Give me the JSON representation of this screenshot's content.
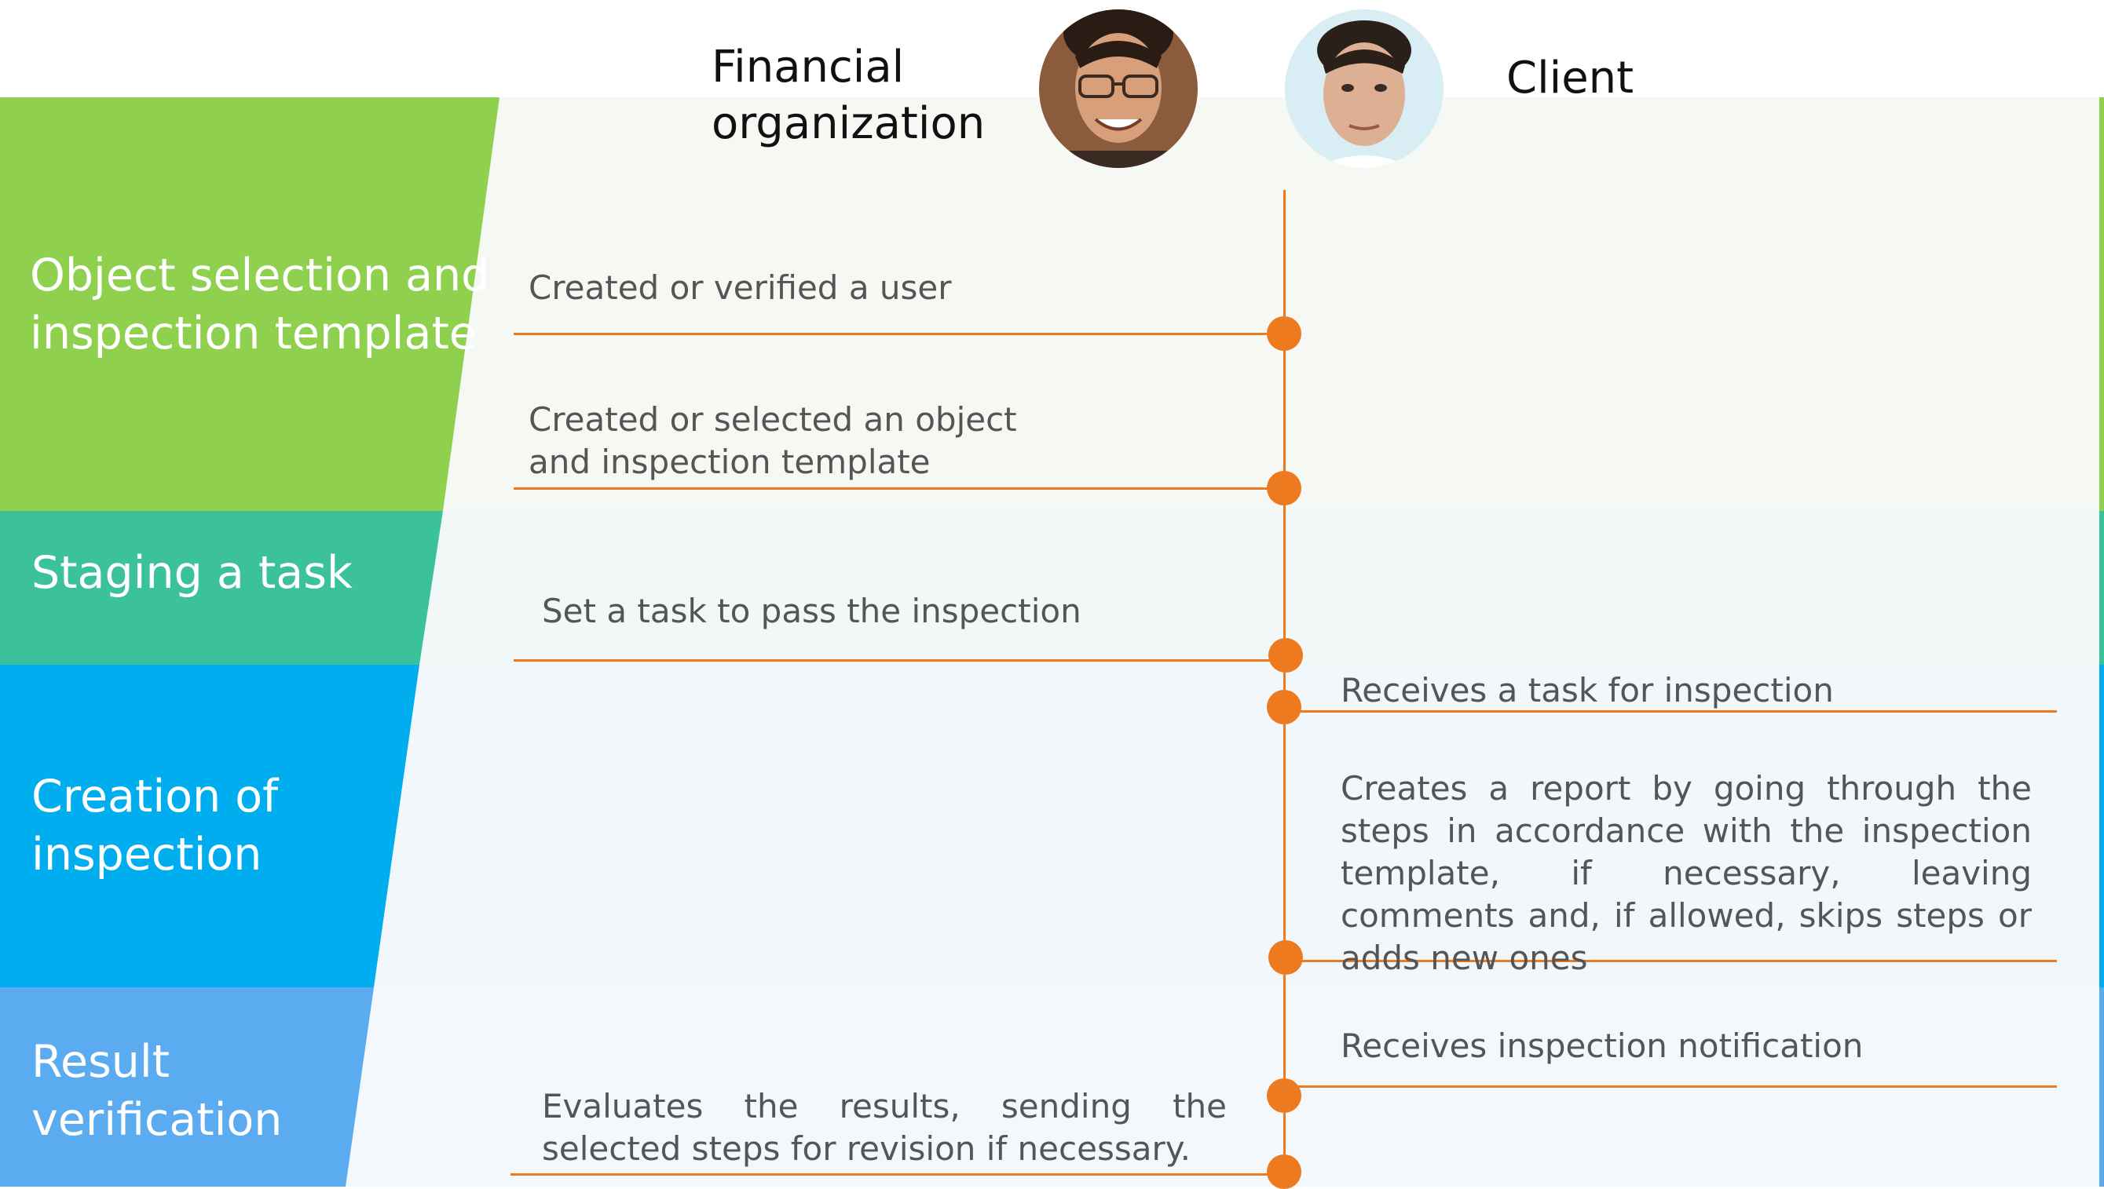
{
  "header": {
    "financial_title": "Financial\norganization",
    "client_title": "Client"
  },
  "lanes": [
    {
      "label": "Object selection and\ninspection template",
      "color": "#8fd14f",
      "bg": "#f6f8f4"
    },
    {
      "label": "Staging a task",
      "color": "#3cc29b",
      "bg": "#f2f7f8"
    },
    {
      "label": "Creation of\ninspection",
      "color": "#00aeef",
      "bg": "#f1f7fa"
    },
    {
      "label": "Result\nverification",
      "color": "#5aabf0",
      "bg": "#f3f8fc"
    }
  ],
  "steps": {
    "created_user": "Created or verified a user",
    "created_object": "Created or selected an object and inspection template",
    "set_task": "Set a task to pass the inspection",
    "receives_task": "Receives a task for inspection",
    "creates_report": "Creates a report by going through the steps in accordance with the inspection template, if necessary, leaving comments and, if allowed, skips steps or adds new ones",
    "receives_notification": "Receives inspection notification",
    "evaluates": "Evaluates the results, sending the selected steps for revision if necessary."
  },
  "colors": {
    "timeline": "#ee7a1f",
    "step_text": "#555555"
  },
  "icons": {
    "financial_avatar": "man-with-glasses-avatar",
    "client_avatar": "young-man-avatar"
  }
}
